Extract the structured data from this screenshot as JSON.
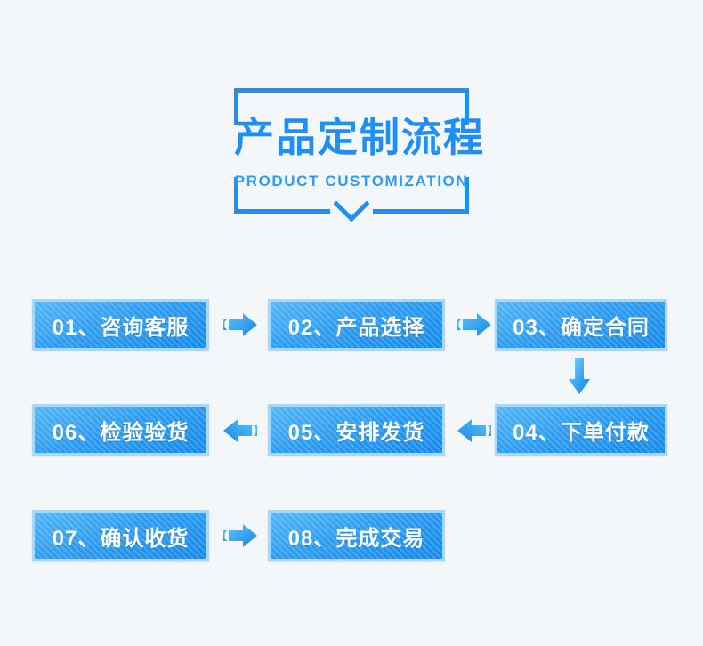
{
  "header": {
    "title_cn": "产品定制流程",
    "title_en": "PRODUCT CUSTOMIZATION",
    "chevron_icon": "chevron-down-icon",
    "bracket_color": "#1e90f5"
  },
  "theme": {
    "background": "#f4f7fa",
    "accent_blue": "#1e90f5",
    "box_fill_light": "#54b6f5",
    "box_fill_dark": "#1489e8",
    "box_border": "#a8d8f8",
    "text_white": "#ffffff"
  },
  "flow": {
    "steps": [
      {
        "id": "01",
        "label": "01、咨询客服",
        "number": "01",
        "name": "咨询客服",
        "row": 1,
        "col": 1
      },
      {
        "id": "02",
        "label": "02、产品选择",
        "number": "02",
        "name": "产品选择",
        "row": 1,
        "col": 2
      },
      {
        "id": "03",
        "label": "03、确定合同",
        "number": "03",
        "name": "确定合同",
        "row": 1,
        "col": 3
      },
      {
        "id": "04",
        "label": "04、下单付款",
        "number": "04",
        "name": "下单付款",
        "row": 2,
        "col": 3
      },
      {
        "id": "05",
        "label": "05、安排发货",
        "number": "05",
        "name": "安排发货",
        "row": 2,
        "col": 2
      },
      {
        "id": "06",
        "label": "06、检验验货",
        "number": "06",
        "name": "检验验货",
        "row": 2,
        "col": 1
      },
      {
        "id": "07",
        "label": "07、确认收货",
        "number": "07",
        "name": "确认收货",
        "row": 3,
        "col": 1
      },
      {
        "id": "08",
        "label": "08、完成交易",
        "number": "08",
        "name": "完成交易",
        "row": 3,
        "col": 2
      }
    ],
    "connectors": [
      {
        "id": "c1",
        "icon": "arrow-right-icon",
        "from": "01",
        "to": "02"
      },
      {
        "id": "c2",
        "icon": "arrow-right-icon",
        "from": "02",
        "to": "03"
      },
      {
        "id": "c3",
        "icon": "arrow-down-icon",
        "from": "03",
        "to": "04"
      },
      {
        "id": "c4",
        "icon": "arrow-left-icon",
        "from": "04",
        "to": "05"
      },
      {
        "id": "c5",
        "icon": "arrow-left-icon",
        "from": "05",
        "to": "06"
      },
      {
        "id": "c6",
        "icon": "arrow-right-icon",
        "from": "07",
        "to": "08"
      }
    ]
  }
}
